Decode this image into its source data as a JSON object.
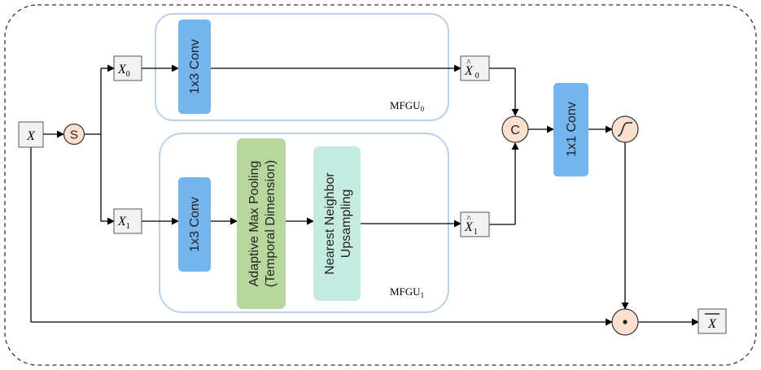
{
  "inputs": {
    "x": "X",
    "x0": "X",
    "x0_sub": "0",
    "x1": "X",
    "x1_sub": "1",
    "xhat0": "X",
    "xhat0_sub": "0",
    "xhat1": "X",
    "xhat1_sub": "1",
    "hat": "^",
    "output": "X"
  },
  "ops": {
    "split": "S",
    "concat": "C",
    "sigmoid": "",
    "multiply": ""
  },
  "blocks": {
    "conv_top": "1x3 Conv",
    "conv_bottom": "1x3 Conv",
    "pool_line1": "Adaptive Max Pooling",
    "pool_line2": "(Temporal Dimension)",
    "upsample_line1": "Nearest Neighbor",
    "upsample_line2": "Upsampling",
    "conv_1x1": "1x1 Conv"
  },
  "groups": {
    "mfgu0": "MFGU",
    "mfgu0_sub": "0",
    "mfgu1": "MFGU",
    "mfgu1_sub": "1"
  },
  "colors": {
    "conv_blue": "#74B5F0",
    "pool_green": "#B8D79D",
    "upsample_teal": "#C5EAE0",
    "op_circle": "#FCE0CF",
    "group_border": "#B9D1EC"
  }
}
